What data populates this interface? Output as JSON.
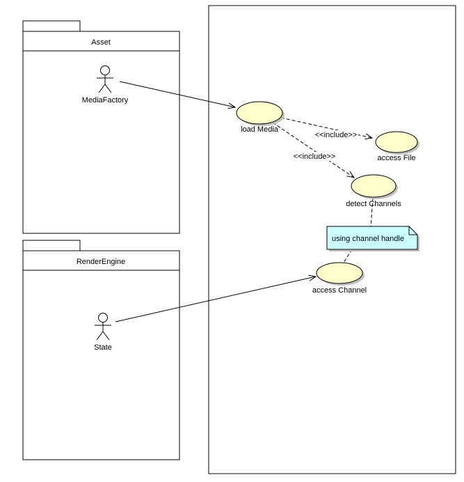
{
  "diagram": {
    "type": "uml-use-case-diagram",
    "packages": [
      {
        "name": "Asset"
      },
      {
        "name": "RenderEngine"
      }
    ],
    "actors": [
      {
        "name": "MediaFactory"
      },
      {
        "name": "State"
      }
    ],
    "use_cases": [
      {
        "name": "load Media"
      },
      {
        "name": "access File"
      },
      {
        "name": "detect Channels"
      },
      {
        "name": "access Channel"
      }
    ],
    "note": {
      "text": "using channel handle"
    },
    "connectors": [
      {
        "type": "association",
        "from": "MediaFactory",
        "to": "load Media"
      },
      {
        "type": "include",
        "from": "load Media",
        "to": "access File",
        "label": "<<include>>"
      },
      {
        "type": "include",
        "from": "load Media",
        "to": "detect Channels",
        "label": "<<include>>"
      },
      {
        "type": "note-anchor",
        "from": "detect Channels",
        "to": "note"
      },
      {
        "type": "note-anchor",
        "from": "note",
        "to": "access Channel"
      },
      {
        "type": "association",
        "from": "State",
        "to": "access Channel"
      }
    ],
    "colors": {
      "usecase_fill": "#ffffcc",
      "note_fill": "#ccffff",
      "shadow": "#c0c0c0",
      "line": "#000000",
      "background": "#ffffff"
    }
  }
}
